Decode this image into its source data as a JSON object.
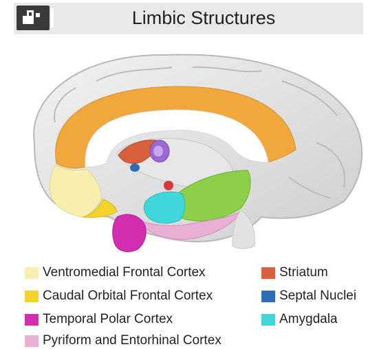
{
  "header": {
    "title": "Limbic Structures",
    "logo_icon": "brain-logo-icon"
  },
  "legend": {
    "left": [
      {
        "label": "Ventromedial Frontal Cortex",
        "color": "#f7eeb0"
      },
      {
        "label": "Caudal Orbital Frontal Cortex",
        "color": "#f3d22c"
      },
      {
        "label": "Temporal Polar Cortex",
        "color": "#d32db0"
      },
      {
        "label": "Pyriform and Entorhinal Cortex",
        "color": "#e8b0d3"
      }
    ],
    "right": [
      {
        "label": "Striatum",
        "color": "#d9603c"
      },
      {
        "label": "Septal Nuclei",
        "color": "#2f6db8"
      },
      {
        "label": "Amygdala",
        "color": "#3fd6dc"
      }
    ]
  }
}
